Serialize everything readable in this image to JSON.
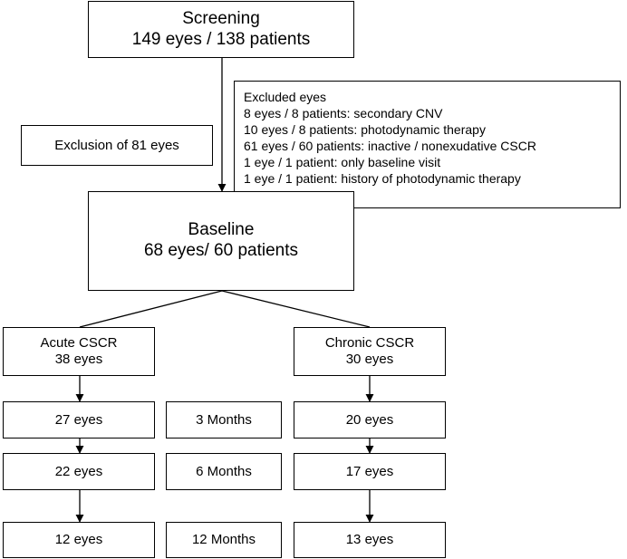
{
  "screening": {
    "line1": "Screening",
    "line2": "149 eyes / 138 patients"
  },
  "exclusion": {
    "label": "Exclusion of 81 eyes"
  },
  "excluded": {
    "title": "Excluded eyes",
    "items": [
      "8 eyes / 8 patients: secondary CNV",
      "10 eyes / 8 patients: photodynamic therapy",
      "61 eyes / 60 patients: inactive / nonexudative CSCR",
      "1 eye / 1 patient: only baseline visit",
      "1 eye / 1 patient: history of photodynamic therapy"
    ]
  },
  "baseline": {
    "line1": "Baseline",
    "line2": "68 eyes/ 60 patients"
  },
  "acute": {
    "line1": "Acute CSCR",
    "line2": "38 eyes",
    "followups": [
      "27 eyes",
      "22 eyes",
      "12 eyes"
    ]
  },
  "chronic": {
    "line1": "Chronic CSCR",
    "line2": "30 eyes",
    "followups": [
      "20 eyes",
      "17 eyes",
      "13 eyes"
    ]
  },
  "timepoints": [
    "3 Months",
    "6 Months",
    "12 Months"
  ]
}
